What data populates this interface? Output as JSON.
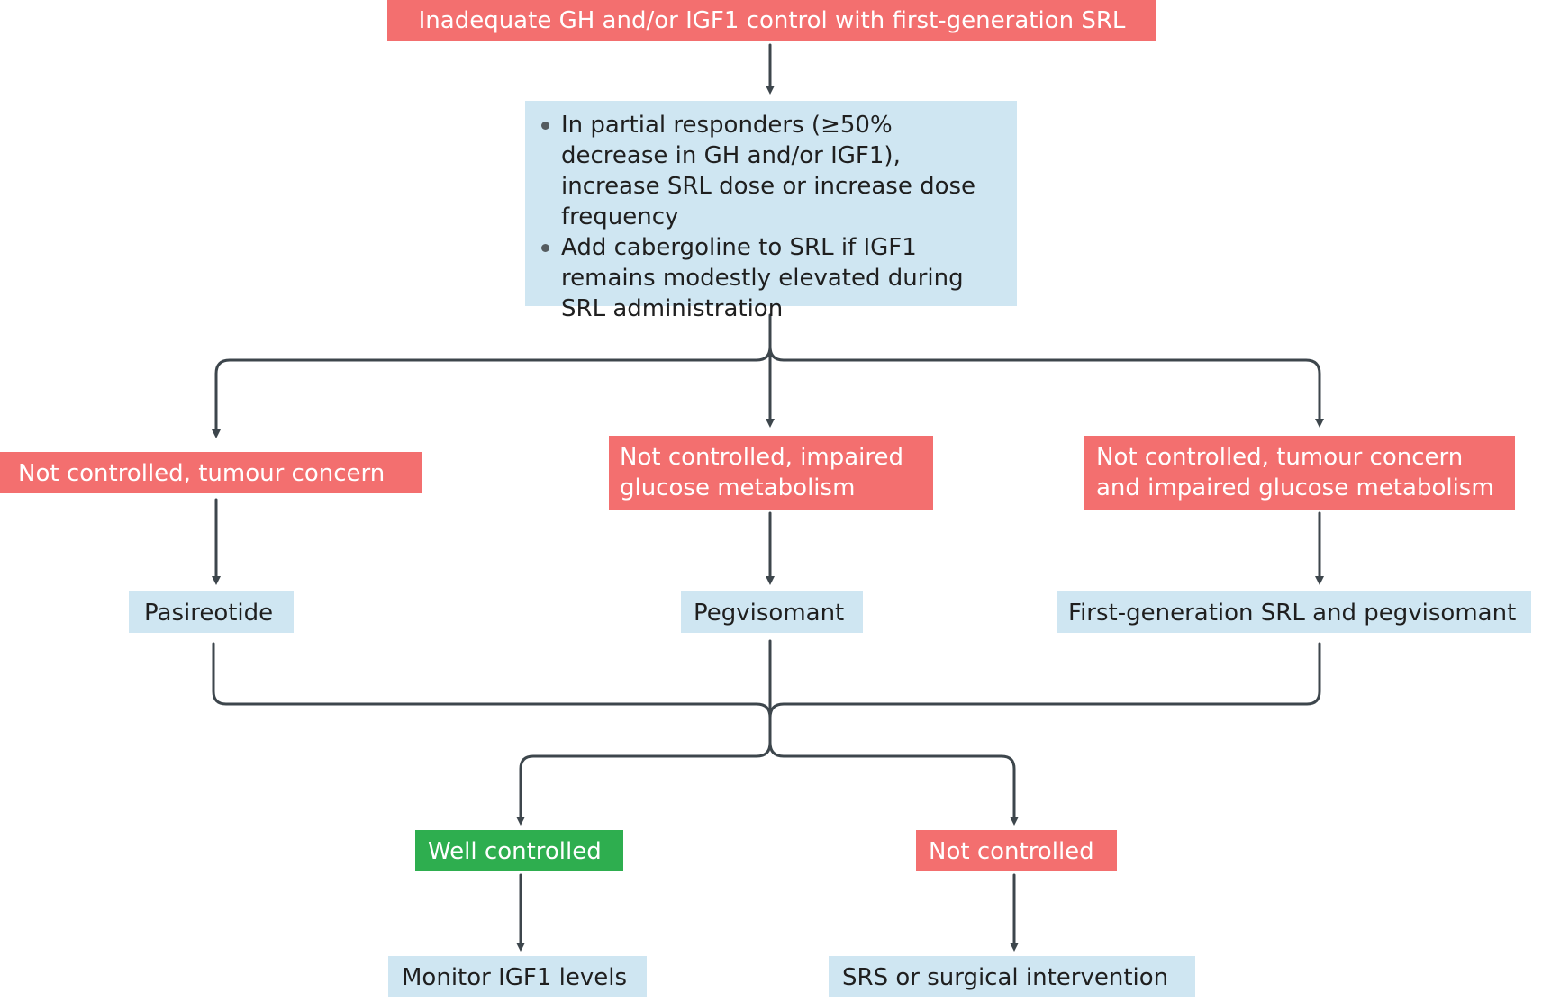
{
  "top": {
    "label": "Inadequate GH and/or IGF1 control with first-generation SRL",
    "color": "#f36f6f"
  },
  "recommendations": {
    "items": [
      "In partial responders (≥50% decrease in GH and/or IGF1), increase SRL dose or increase dose frequency",
      "Add cabergoline to SRL if IGF1 remains modestly elevated during SRL administration"
    ],
    "color": "#cfe6f2"
  },
  "conditions": {
    "tumour": "Not controlled, tumour concern",
    "glucose": "Not controlled, impaired glucose metabolism",
    "both": "Not controlled, tumour concern and impaired glucose metabolism"
  },
  "treatments": {
    "pasireotide": "Pasireotide",
    "pegvisomant": "Pegvisomant",
    "combo": "First-generation SRL and pegvisomant"
  },
  "outcomes": {
    "well": "Well controlled",
    "not": "Not controlled"
  },
  "actions": {
    "monitor": "Monitor IGF1 levels",
    "srs": "SRS or surgical intervention"
  },
  "colors": {
    "connector": "#3d464c",
    "red": "#f36f6f",
    "blue": "#cfe6f2",
    "green": "#2eae4f"
  }
}
